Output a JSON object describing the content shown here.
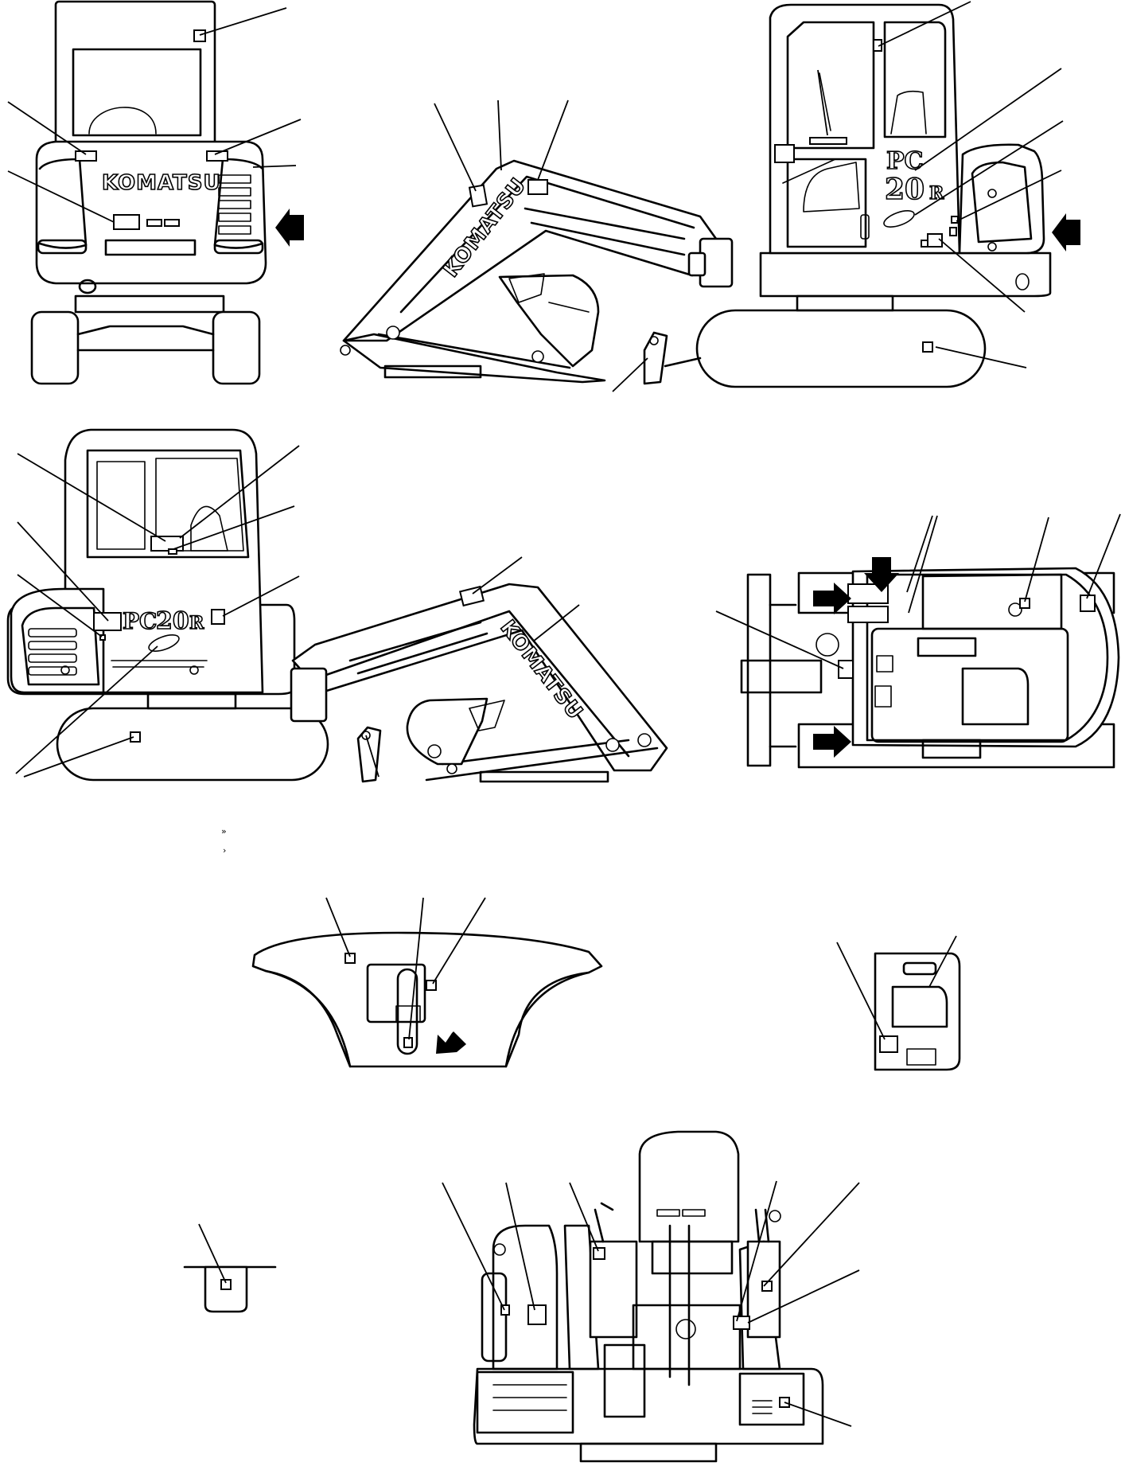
{
  "brand_text": "KOMATSU",
  "model_prefix": "PC",
  "model_number": "20",
  "model_suffix": "R",
  "decal_text": "KOMATSU",
  "stray_marks": [
    "»",
    "›"
  ],
  "colors": {
    "line": "#000000",
    "background": "#ffffff"
  }
}
